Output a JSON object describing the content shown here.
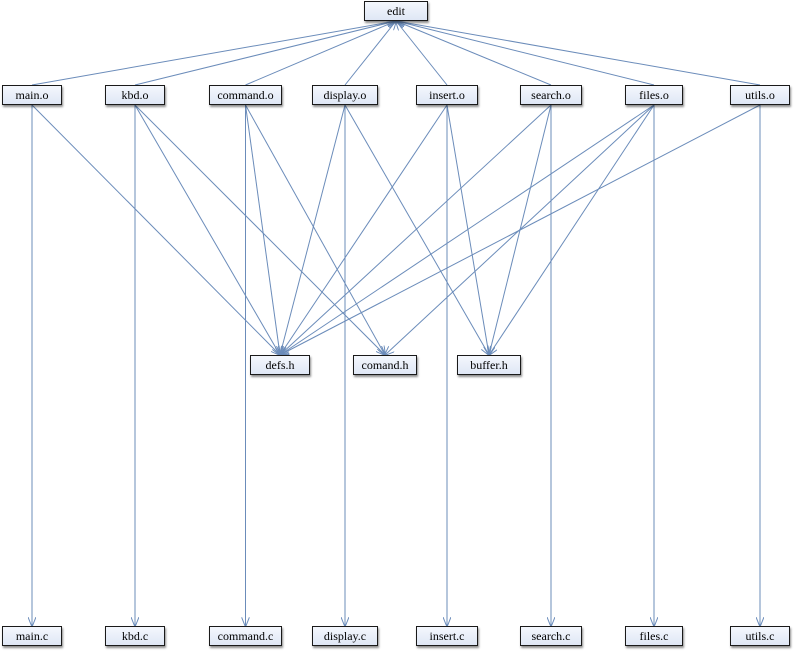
{
  "colors": {
    "edge": "#6b8cba",
    "node_border": "#1a1a1a"
  },
  "nodes": {
    "edit": "edit",
    "main_o": "main.o",
    "kbd_o": "kbd.o",
    "command_o": "command.o",
    "display_o": "display.o",
    "insert_o": "insert.o",
    "search_o": "search.o",
    "files_o": "files.o",
    "utils_o": "utils.o",
    "defs_h": "defs.h",
    "comand_h": "comand.h",
    "buffer_h": "buffer.h",
    "main_c": "main.c",
    "kbd_c": "kbd.c",
    "command_c": "command.c",
    "display_c": "display.c",
    "insert_c": "insert.c",
    "search_c": "search.c",
    "files_c": "files.c",
    "utils_c": "utils.c"
  },
  "edges": [
    [
      "main_o",
      "edit"
    ],
    [
      "kbd_o",
      "edit"
    ],
    [
      "command_o",
      "edit"
    ],
    [
      "display_o",
      "edit"
    ],
    [
      "insert_o",
      "edit"
    ],
    [
      "search_o",
      "edit"
    ],
    [
      "files_o",
      "edit"
    ],
    [
      "utils_o",
      "edit"
    ],
    [
      "main_o",
      "main_c"
    ],
    [
      "kbd_o",
      "kbd_c"
    ],
    [
      "command_o",
      "command_c"
    ],
    [
      "display_o",
      "display_c"
    ],
    [
      "insert_o",
      "insert_c"
    ],
    [
      "search_o",
      "search_c"
    ],
    [
      "files_o",
      "files_c"
    ],
    [
      "utils_o",
      "utils_c"
    ],
    [
      "main_o",
      "defs_h"
    ],
    [
      "kbd_o",
      "defs_h"
    ],
    [
      "kbd_o",
      "comand_h"
    ],
    [
      "command_o",
      "defs_h"
    ],
    [
      "command_o",
      "comand_h"
    ],
    [
      "display_o",
      "defs_h"
    ],
    [
      "display_o",
      "buffer_h"
    ],
    [
      "insert_o",
      "defs_h"
    ],
    [
      "insert_o",
      "buffer_h"
    ],
    [
      "search_o",
      "defs_h"
    ],
    [
      "search_o",
      "buffer_h"
    ],
    [
      "files_o",
      "defs_h"
    ],
    [
      "files_o",
      "comand_h"
    ],
    [
      "files_o",
      "buffer_h"
    ],
    [
      "utils_o",
      "defs_h"
    ]
  ]
}
